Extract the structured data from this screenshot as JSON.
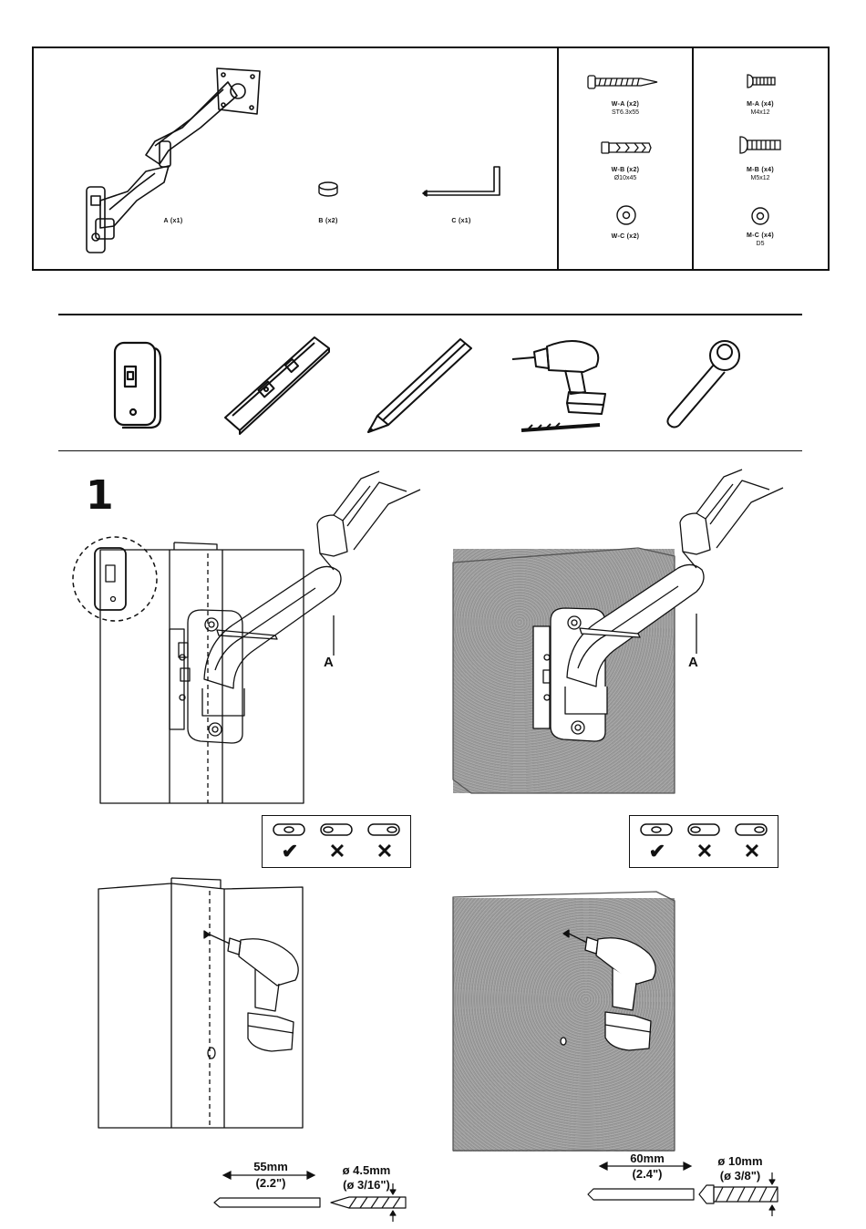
{
  "parts": {
    "A": "A (x1)",
    "B": "B (x2)",
    "C": "C (x1)",
    "WA": {
      "label": "W-A (x2)",
      "spec": "ST6.3x55"
    },
    "WB": {
      "label": "W-B (x2)",
      "spec": "Ø10x45"
    },
    "WC": {
      "label": "W-C (x2)",
      "spec": ""
    },
    "MA": {
      "label": "M-A (x4)",
      "spec": "M4x12"
    },
    "MB": {
      "label": "M-B (x4)",
      "spec": "M5x12"
    },
    "MC": {
      "label": "M-C (x4)",
      "spec": "D5"
    }
  },
  "tools": [
    "stud-finder-icon",
    "spirit-level-icon",
    "pencil-icon",
    "drill-icon",
    "socket-wrench-icon"
  ],
  "step1": {
    "number": "1",
    "callout_left": "A",
    "callout_right": "A",
    "level_checks": [
      "✔",
      "✕",
      "✕"
    ]
  },
  "drill_specs": {
    "wood": {
      "depth": "55mm",
      "depth_in": "(2.2\")",
      "diameter": "ø 4.5mm",
      "diameter_in": "(ø 3/16\")"
    },
    "concrete": {
      "depth": "60mm",
      "depth_in": "(2.4\")",
      "diameter": "ø 10mm",
      "diameter_in": "(ø 3/8\")"
    }
  },
  "colors": {
    "line": "#111111",
    "concrete": "#9c9c9c",
    "concrete_dark": "#6f6f6f"
  }
}
